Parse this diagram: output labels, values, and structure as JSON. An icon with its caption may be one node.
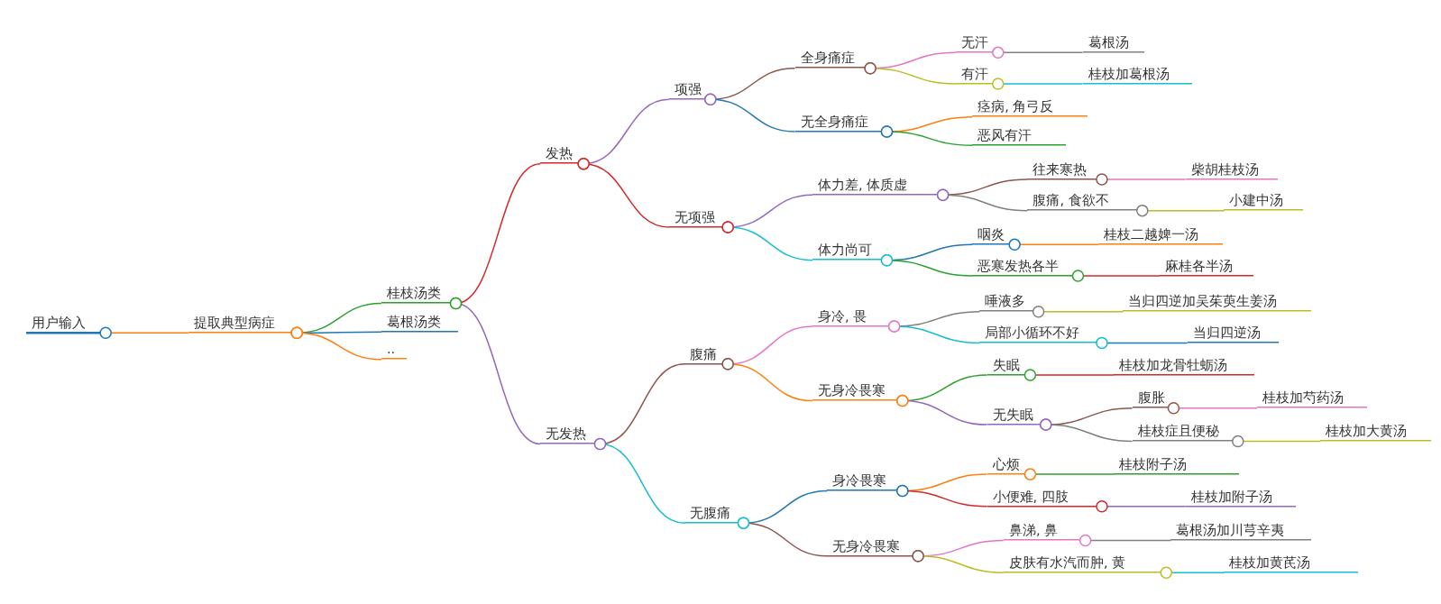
{
  "diagram": {
    "nodes": [
      {
        "text": [
          "用户输入"
        ]
      },
      {
        "text": [
          "提取典型病症"
        ]
      },
      {
        "text": [
          "桂枝汤类"
        ]
      },
      {
        "text": [
          "葛根汤类"
        ]
      },
      {
        "text": [
          ".."
        ]
      },
      {
        "text": [
          "发热"
        ]
      },
      {
        "text": [
          "项强"
        ]
      },
      {
        "text": [
          "全身痛症"
        ]
      },
      {
        "text": [
          "无汗"
        ]
      },
      {
        "text": [
          "葛根汤"
        ]
      },
      {
        "text": [
          "有汗"
        ]
      },
      {
        "text": [
          "桂枝加葛根汤"
        ]
      },
      {
        "text": [
          "无全身痛症"
        ]
      },
      {
        "text": [
          "痉病, 角弓反"
        ]
      },
      {
        "text": [
          "恶风有汗"
        ]
      },
      {
        "text": [
          "无项强"
        ]
      },
      {
        "text": [
          "体力差, 体质虚"
        ]
      },
      {
        "text": [
          "往来寒热"
        ]
      },
      {
        "text": [
          "柴胡桂枝汤"
        ]
      },
      {
        "text": [
          "腹痛, 食欲不"
        ]
      },
      {
        "text": [
          "小建中汤"
        ]
      },
      {
        "text": [
          "体力尚可"
        ]
      },
      {
        "text": [
          "咽炎"
        ]
      },
      {
        "text": [
          "桂枝二越婢一汤"
        ]
      },
      {
        "text": [
          "恶寒发热各半"
        ]
      },
      {
        "text": [
          "麻桂各半汤"
        ]
      },
      {
        "text": [
          "无发热"
        ]
      },
      {
        "text": [
          "腹痛"
        ]
      },
      {
        "text": [
          "身冷, 畏"
        ]
      },
      {
        "text": [
          "唾液多"
        ]
      },
      {
        "text": [
          "当归四逆加吴茱萸生姜汤"
        ]
      },
      {
        "text": [
          "局部小循环不好"
        ]
      },
      {
        "text": [
          "当归四逆汤"
        ]
      },
      {
        "text": [
          "无身冷畏寒"
        ]
      },
      {
        "text": [
          "失眠"
        ]
      },
      {
        "text": [
          "桂枝加龙骨牡蛎汤"
        ]
      },
      {
        "text": [
          "无失眠"
        ]
      },
      {
        "text": [
          "腹胀"
        ]
      },
      {
        "text": [
          "桂枝加芍药汤"
        ]
      },
      {
        "text": [
          "桂枝症且便秘"
        ]
      },
      {
        "text": [
          "桂枝加大黄汤"
        ]
      },
      {
        "text": [
          "无腹痛"
        ]
      },
      {
        "text": [
          "身冷畏寒"
        ]
      },
      {
        "text": [
          "心烦"
        ]
      },
      {
        "text": [
          "桂枝附子汤"
        ]
      },
      {
        "text": [
          "小便难, 四肢"
        ]
      },
      {
        "text": [
          "桂枝加附子汤"
        ]
      },
      {
        "text": [
          "无身冷畏寒"
        ]
      },
      {
        "text": [
          "鼻涕, 鼻"
        ]
      },
      {
        "text": [
          "葛根汤加川芎辛夷"
        ]
      },
      {
        "text": [
          "皮肤有水汽而肿, 黄"
        ]
      },
      {
        "text": [
          "桂枝加黄芪汤"
        ]
      }
    ],
    "edges": [
      {
        "from": 0,
        "to": 1,
        "arrow": "other",
        "color": "#ff7f0e"
      },
      {
        "from": 1,
        "to": 2,
        "arrow": "other",
        "color": "#2ca02c"
      },
      {
        "from": 1,
        "to": 3,
        "arrow": "other",
        "color": "#1f77b4"
      },
      {
        "from": 1,
        "to": 4,
        "arrow": "other",
        "color": "#ff7f0e"
      },
      {
        "from": 2,
        "to": 5,
        "arrow": "other",
        "color": "#d62728"
      },
      {
        "from": 5,
        "to": 6,
        "arrow": "other",
        "color": "#9467bd"
      },
      {
        "from": 6,
        "to": 7,
        "arrow": "other",
        "color": "#8c564b"
      },
      {
        "from": 7,
        "to": 8,
        "arrow": "other",
        "color": "#e377c2"
      },
      {
        "from": 8,
        "to": 9,
        "arrow": "other",
        "color": "#7f7f7f"
      },
      {
        "from": 7,
        "to": 10,
        "arrow": "other",
        "color": "#bcbd22"
      },
      {
        "from": 10,
        "to": 11,
        "arrow": "other",
        "color": "#17becf"
      },
      {
        "from": 6,
        "to": 12,
        "arrow": "other",
        "color": "#1f77b4"
      },
      {
        "from": 12,
        "to": 13,
        "arrow": "other",
        "color": "#ff7f0e"
      },
      {
        "from": 12,
        "to": 14,
        "arrow": "other",
        "color": "#2ca02c"
      },
      {
        "from": 5,
        "to": 15,
        "arrow": "other",
        "color": "#d62728"
      },
      {
        "from": 15,
        "to": 16,
        "arrow": "other",
        "color": "#9467bd"
      },
      {
        "from": 16,
        "to": 17,
        "arrow": "other",
        "color": "#8c564b"
      },
      {
        "from": 17,
        "to": 18,
        "arrow": "other",
        "color": "#e377c2"
      },
      {
        "from": 16,
        "to": 19,
        "arrow": "other",
        "color": "#7f7f7f"
      },
      {
        "from": 19,
        "to": 20,
        "arrow": "other",
        "color": "#bcbd22"
      },
      {
        "from": 15,
        "to": 21,
        "arrow": "other",
        "color": "#17becf"
      },
      {
        "from": 21,
        "to": 22,
        "arrow": "other",
        "color": "#1f77b4"
      },
      {
        "from": 22,
        "to": 23,
        "arrow": "other",
        "color": "#ff7f0e"
      },
      {
        "from": 21,
        "to": 24,
        "arrow": "other",
        "color": "#2ca02c"
      },
      {
        "from": 24,
        "to": 25,
        "arrow": "other",
        "color": "#d62728"
      },
      {
        "from": 2,
        "to": 26,
        "arrow": "other",
        "color": "#9467bd"
      },
      {
        "from": 26,
        "to": 27,
        "arrow": "other",
        "color": "#8c564b"
      },
      {
        "from": 27,
        "to": 28,
        "arrow": "other",
        "color": "#e377c2"
      },
      {
        "from": 28,
        "to": 29,
        "arrow": "other",
        "color": "#7f7f7f"
      },
      {
        "from": 29,
        "to": 30,
        "arrow": "other",
        "color": "#bcbd22"
      },
      {
        "from": 28,
        "to": 31,
        "arrow": "other",
        "color": "#17becf"
      },
      {
        "from": 31,
        "to": 32,
        "arrow": "other",
        "color": "#1f77b4"
      },
      {
        "from": 27,
        "to": 33,
        "arrow": "other",
        "color": "#ff7f0e"
      },
      {
        "from": 33,
        "to": 34,
        "arrow": "other",
        "color": "#2ca02c"
      },
      {
        "from": 34,
        "to": 35,
        "arrow": "other",
        "color": "#d62728"
      },
      {
        "from": 33,
        "to": 36,
        "arrow": "other",
        "color": "#9467bd"
      },
      {
        "from": 36,
        "to": 37,
        "arrow": "other",
        "color": "#8c564b"
      },
      {
        "from": 37,
        "to": 38,
        "arrow": "other",
        "color": "#e377c2"
      },
      {
        "from": 36,
        "to": 39,
        "arrow": "other",
        "color": "#7f7f7f"
      },
      {
        "from": 39,
        "to": 40,
        "arrow": "other",
        "color": "#bcbd22"
      },
      {
        "from": 26,
        "to": 41,
        "arrow": "other",
        "color": "#17becf"
      },
      {
        "from": 41,
        "to": 42,
        "arrow": "other",
        "color": "#1f77b4"
      },
      {
        "from": 42,
        "to": 43,
        "arrow": "other",
        "color": "#ff7f0e"
      },
      {
        "from": 43,
        "to": 44,
        "arrow": "other",
        "color": "#2ca02c"
      },
      {
        "from": 42,
        "to": 45,
        "arrow": "other",
        "color": "#d62728"
      },
      {
        "from": 45,
        "to": 46,
        "arrow": "other",
        "color": "#9467bd"
      },
      {
        "from": 41,
        "to": 47,
        "arrow": "other",
        "color": "#8c564b"
      },
      {
        "from": 47,
        "to": 48,
        "arrow": "other",
        "color": "#e377c2"
      },
      {
        "from": 48,
        "to": 49,
        "arrow": "other",
        "color": "#7f7f7f"
      },
      {
        "from": 47,
        "to": 50,
        "arrow": "other",
        "color": "#bcbd22"
      },
      {
        "from": 50,
        "to": 51,
        "arrow": "other",
        "color": "#17becf"
      }
    ]
  }
}
